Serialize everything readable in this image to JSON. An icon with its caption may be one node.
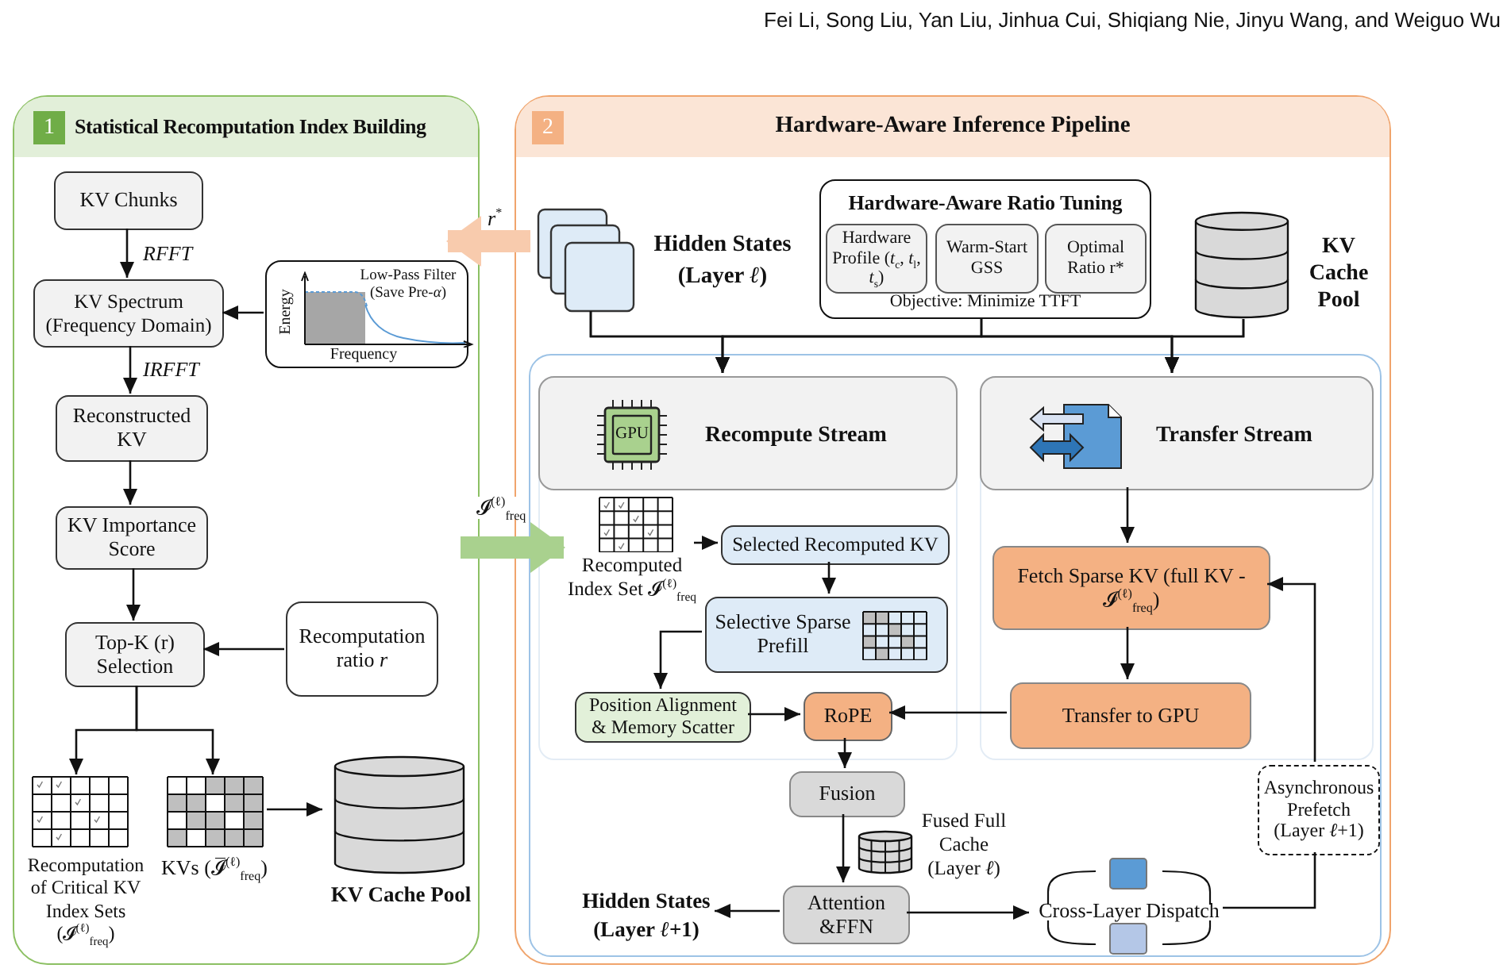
{
  "diagram": {
    "nodes": [
      {
        "text": [
          "1",
          "Statistical Recomputation Index Building"
        ]
      },
      {
        "text": [
          "KV Chunks"
        ],
        "in": 0
      },
      {
        "text": [
          "KV Spectrum (Frequency Domain)"
        ],
        "in": 0
      },
      {
        "text": [
          "Low-Pass Filter (Save Pre-*α*)",
          "Energy",
          "Frequency"
        ],
        "in": 0
      },
      {
        "text": [
          "Reconstructed KV"
        ],
        "in": 0
      },
      {
        "text": [
          "KV Importance Score"
        ],
        "in": 0
      },
      {
        "text": [
          "Top-K (r) Selection"
        ],
        "in": 0
      },
      {
        "text": [
          "Recomputation ratio *r*"
        ],
        "in": 0
      },
      {
        "text": [
          "Recomputation of Critical KV Index Sets (𝓘$^{(ℓ)}$$_{freq}$)"
        ],
        "in": 0
      },
      {
        "text": [
          "KVs (𝓘̅$^{(ℓ)}$$_{freq}$)"
        ],
        "in": 0
      },
      {
        "text": [
          "KV Cache Pool"
        ],
        "in": 0
      },
      {
        "text": [
          "2",
          "Hardware-Aware Inference Pipeline"
        ]
      },
      {
        "text": [
          "Hidden States (Layer *ℓ*)"
        ],
        "in": 11
      },
      {
        "text": [
          "Hardware-Aware Ratio Tuning",
          "Objective: Minimize TTFT"
        ],
        "in": 11
      },
      {
        "text": [
          "Hardware Profile (*t*$_{c}$, *t*$_{l}$, *t*$_{s}$)"
        ],
        "in": 13
      },
      {
        "text": [
          "Warm-Start GSS"
        ],
        "in": 13
      },
      {
        "text": [
          "Optimal Ratio r*"
        ],
        "in": 13
      },
      {
        "text": [
          "KV Cache Pool"
        ],
        "in": 11
      },
      {
        "text": [],
        "shape": "box",
        "in": 11
      },
      {
        "text": [
          "GPU",
          "Recompute Stream"
        ],
        "in": 18
      },
      {
        "text": [
          "Transfer Stream"
        ],
        "in": 18
      },
      {
        "text": [
          "Recomputed Index Set 𝓘$^{(ℓ)}$$_{freq}$"
        ],
        "in": 18
      },
      {
        "text": [
          "Selected Recomputed KV"
        ],
        "in": 18
      },
      {
        "text": [
          "Selective Sparse Prefill"
        ],
        "in": 18
      },
      {
        "text": [
          "Position Alignment & Memory Scatter"
        ],
        "in": 18
      },
      {
        "text": [
          "RoPE"
        ],
        "in": 18
      },
      {
        "text": [
          "Fetch Sparse KV (full KV - 𝓘$^{(ℓ)}$$_{freq}$)"
        ],
        "in": 18
      },
      {
        "text": [
          "Transfer to GPU"
        ],
        "in": 18
      },
      {
        "text": [
          "Fusion"
        ],
        "in": 18
      },
      {
        "text": [
          "Fused Full Cache (Layer *ℓ*)"
        ],
        "in": 18
      },
      {
        "text": [
          "Attention &FFN"
        ],
        "in": 18
      },
      {
        "text": [
          "Hidden States (Layer *ℓ*+1)"
        ],
        "in": 18
      },
      {
        "text": [
          "Cross-Layer Dispatch"
        ],
        "in": 18
      },
      {
        "text": [
          "Asynchronous Prefetch (Layer *ℓ*+1)"
        ],
        "in": 18
      }
    ],
    "edges": [
      {
        "from": 1,
        "to": 2,
        "arrow": "to",
        "label": "*RFFT*"
      },
      {
        "from": 3,
        "to": 2,
        "arrow": "to"
      },
      {
        "from": 2,
        "to": 4,
        "arrow": "to",
        "label": "*IRFFT*"
      },
      {
        "from": 4,
        "to": 5,
        "arrow": "to"
      },
      {
        "from": 5,
        "to": 6,
        "arrow": "to"
      },
      {
        "from": 7,
        "to": 6,
        "arrow": "to"
      },
      {
        "from": 6,
        "to": 8,
        "arrow": "to"
      },
      {
        "from": 6,
        "to": 9,
        "arrow": "to"
      },
      {
        "from": 9,
        "to": 10,
        "arrow": "to"
      },
      {
        "from": 11,
        "to": 0,
        "arrow": "to",
        "label": "*r*$^{*}$",
        "style": "thick",
        "color": "#f8cbad"
      },
      {
        "from": 0,
        "to": 11,
        "arrow": "to",
        "label": "𝓘$^{(ℓ)}$$_{freq}$",
        "style": "thick",
        "color": "#a9d18e"
      },
      {
        "from": 12,
        "to": 19,
        "arrow": "to"
      },
      {
        "from": 12,
        "to": 20,
        "arrow": "to"
      },
      {
        "from": 13,
        "to": 19,
        "arrow": "to"
      },
      {
        "from": 13,
        "to": 20,
        "arrow": "to"
      },
      {
        "from": 17,
        "to": 19,
        "arrow": "to"
      },
      {
        "from": 17,
        "to": 20,
        "arrow": "to"
      },
      {
        "from": 20,
        "to": 26,
        "arrow": "to"
      },
      {
        "from": 21,
        "to": 22,
        "arrow": "to"
      },
      {
        "from": 22,
        "to": 23,
        "arrow": "to"
      },
      {
        "from": 23,
        "to": 24,
        "arrow": "to"
      },
      {
        "from": 24,
        "to": 25,
        "arrow": "to"
      },
      {
        "from": 27,
        "to": 25,
        "arrow": "to"
      },
      {
        "from": 25,
        "to": 28,
        "arrow": "to"
      },
      {
        "from": 28,
        "to": 30,
        "arrow": "to"
      },
      {
        "from": 30,
        "to": 31,
        "arrow": "to"
      },
      {
        "from": 30,
        "to": 32,
        "arrow": "to"
      },
      {
        "from": 32,
        "to": 33,
        "arrow": "none"
      },
      {
        "from": 33,
        "to": 26,
        "arrow": "to"
      },
      {
        "from": 26,
        "to": 27,
        "arrow": "to"
      }
    ],
    "labels": [
      "Fei Li, Song Liu, Yan Liu, Jinhua Cui, Shiqiang Nie, Jinyu Wang, and Weiguo Wu"
    ]
  }
}
